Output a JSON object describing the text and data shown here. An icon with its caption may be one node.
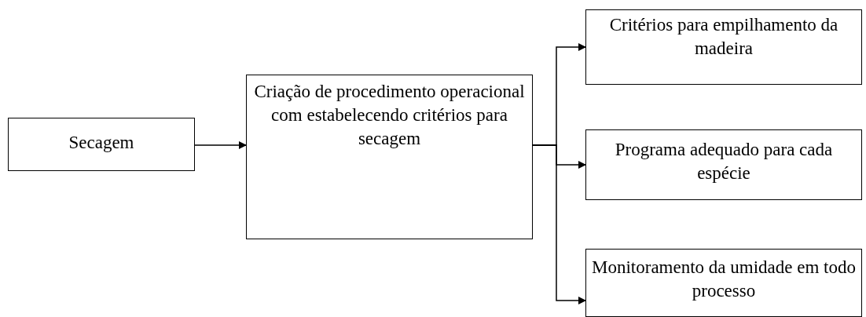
{
  "diagram": {
    "nodes": [
      {
        "text": [
          "Secagem"
        ]
      },
      {
        "text": [
          "Criação de procedimento operacional com estabelecendo critérios para secagem"
        ]
      },
      {
        "text": [
          "Critérios para empilhamento da madeira"
        ]
      },
      {
        "text": [
          "Programa adequado para cada espécie"
        ]
      },
      {
        "text": [
          "Monitoramento da umidade em todo processo"
        ]
      }
    ],
    "edges": [
      {
        "from": 0,
        "to": 1,
        "arrow": "to"
      },
      {
        "from": 1,
        "to": 2,
        "arrow": "to"
      },
      {
        "from": 1,
        "to": 3,
        "arrow": "to"
      },
      {
        "from": 1,
        "to": 4,
        "arrow": "to"
      }
    ]
  }
}
